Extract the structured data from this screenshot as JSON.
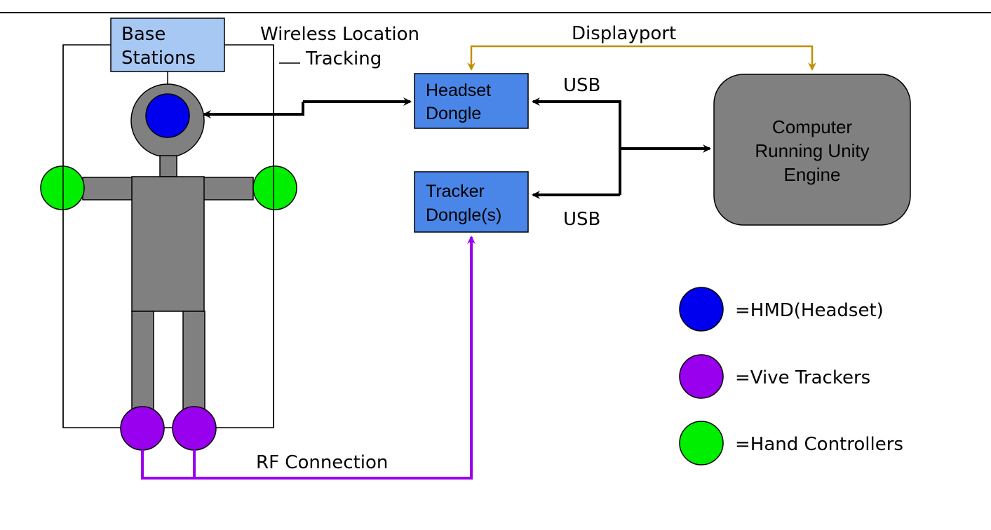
{
  "labels": {
    "base_stations": [
      "Base",
      "Stations"
    ],
    "wireless": "Wireless Location",
    "tracking": "Tracking",
    "displayport": "Displayport",
    "headset_dongle": [
      "Headset",
      "Dongle"
    ],
    "tracker_dongle": [
      "Tracker",
      "Dongle(s)"
    ],
    "usb_top": "USB",
    "usb_bottom": "USB",
    "computer": [
      "Computer",
      "Running Unity",
      "Engine"
    ],
    "rf": "RF Connection"
  },
  "legend": [
    {
      "color": "#0000ee",
      "label": "=HMD(Headset)",
      "icon": "hmd-headset-icon"
    },
    {
      "color": "#9900ee",
      "label": "=Vive Trackers",
      "icon": "vive-tracker-icon"
    },
    {
      "color": "#00ee00",
      "label": "=Hand Controllers",
      "icon": "hand-controller-icon"
    }
  ],
  "colors": {
    "hmd": "#0000ee",
    "tracker": "#9900ee",
    "controller": "#00ee00",
    "body": "#808080",
    "base_station": "#a8c8f4",
    "dongle": "#4a86e8",
    "computer": "#808080",
    "displayport_line": "#bf9000",
    "rf_line": "#9900ee"
  }
}
